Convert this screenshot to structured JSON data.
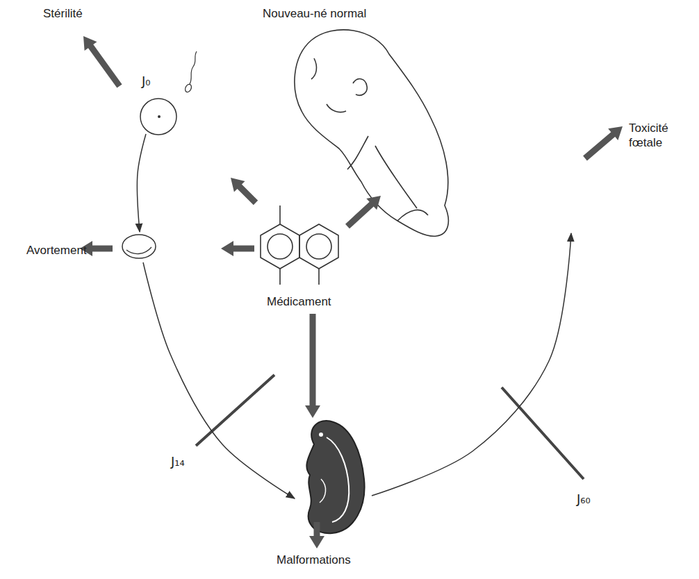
{
  "diagram": {
    "labels": [
      "Stérilité",
      "Nouveau-né normal",
      "Toxicité fœtale",
      "J₀",
      "Avortement",
      "Médicament",
      "J₁₄",
      "J₆₀",
      "Malformations"
    ]
  }
}
